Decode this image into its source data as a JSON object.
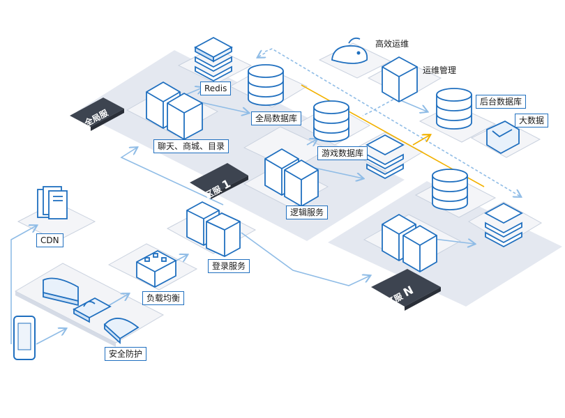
{
  "labels": {
    "redis": "Redis",
    "global_db": "全局数据库",
    "chat": "聊天、商城、目录",
    "ops_efficient": "高效运维",
    "ops_manage": "运维管理",
    "backend_db": "后台数据库",
    "big_data": "大数据",
    "game_db": "游戏数据库",
    "logic": "逻辑服务",
    "cdn": "CDN",
    "login": "登录服务",
    "lb": "负载均衡",
    "security": "安全防护"
  },
  "zones": {
    "global": "全局服",
    "zone1": "区服",
    "zone1_num": "1",
    "zoneN": "区服",
    "zoneN_num": "N"
  },
  "colors": {
    "platform": "#e4e8f0",
    "platform_edge": "#c9d1de",
    "accent": "#1f6fbf",
    "fill": "#ffffff",
    "line": "#8fbce6",
    "gold": "#f2b100",
    "zone_tag": "#3d4450"
  }
}
